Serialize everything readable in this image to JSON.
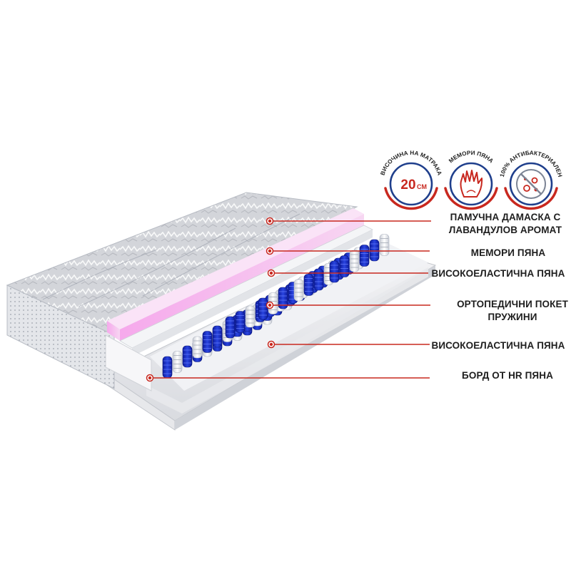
{
  "badges": [
    {
      "arc_text": "ВИСОЧИНА НА МАТРАКА",
      "value": "20",
      "unit": "CM",
      "icon": "height-icon"
    },
    {
      "arc_text": "МЕМОРИ ПЯНА",
      "icon": "hand-print-icon"
    },
    {
      "arc_text": "100% АНТИБАКТЕРИАЛЕН",
      "icon": "bacteria-crossed-icon"
    }
  ],
  "layers": [
    {
      "lines": [
        "ПАМУЧНА ДАМАСКА С",
        "ЛАВАНДУЛОВ АРОМАТ"
      ]
    },
    {
      "lines": [
        "МЕМОРИ ПЯНА"
      ]
    },
    {
      "lines": [
        "ВИСОКОЕЛАСТИЧНА ПЯНА"
      ]
    },
    {
      "lines": [
        "ОРТОПЕДИЧНИ ПОКЕТ",
        "ПРУЖИНИ"
      ]
    },
    {
      "lines": [
        "ВИСОКОЕЛАСТИЧНА ПЯНА"
      ]
    },
    {
      "lines": [
        "БОРД ОТ HR ПЯНА"
      ]
    }
  ],
  "colors": {
    "accent_red": "#c8281f",
    "badge_navy": "#1f3f8c",
    "memory_foam": "#f2c8ec",
    "spring_blue": "#1b2fc9",
    "fabric_gray": "#c9cbd0"
  }
}
